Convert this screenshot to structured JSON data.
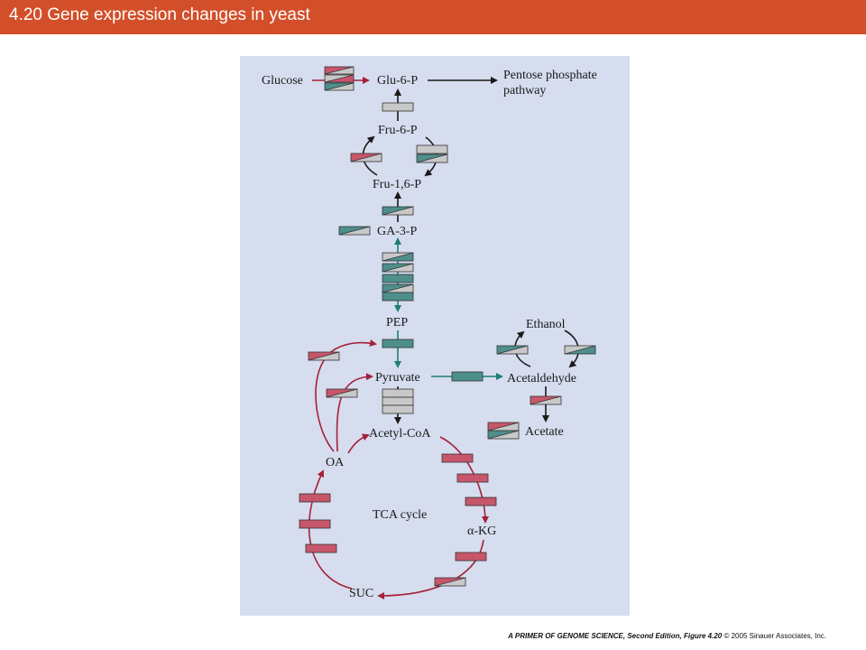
{
  "header": {
    "title": "4.20 Gene expression changes in yeast"
  },
  "colors": {
    "header_bg": "#d24f2a",
    "panel_bg": "#d5ddee",
    "red": "#c8566a",
    "gray": "#c8c8c8",
    "teal": "#4e8f8c",
    "red_arrow": "#a5203a",
    "teal_arrow": "#1f7d79"
  },
  "diagram": {
    "metabolites": {
      "glucose": "Glucose",
      "glu6p": "Glu-6-P",
      "pentose_line1": "Pentose phosphate",
      "pentose_line2": "pathway",
      "fru6p": "Fru-6-P",
      "fru16p": "Fru-1,6-P",
      "ga3p": "GA-3-P",
      "pep": "PEP",
      "ethanol": "Ethanol",
      "pyruvate": "Pyruvate",
      "acetaldehyde": "Acetaldehyde",
      "acetate": "Acetate",
      "acetylcoa": "Acetyl-CoA",
      "oa": "OA",
      "tca": "TCA cycle",
      "akg": "α-KG",
      "suc": "SUC"
    }
  },
  "footer": {
    "book": "A PRIMER OF GENOME SCIENCE, Second Edition, Figure 4.20",
    "copyright": "© 2005 Sinauer Associates, Inc."
  }
}
